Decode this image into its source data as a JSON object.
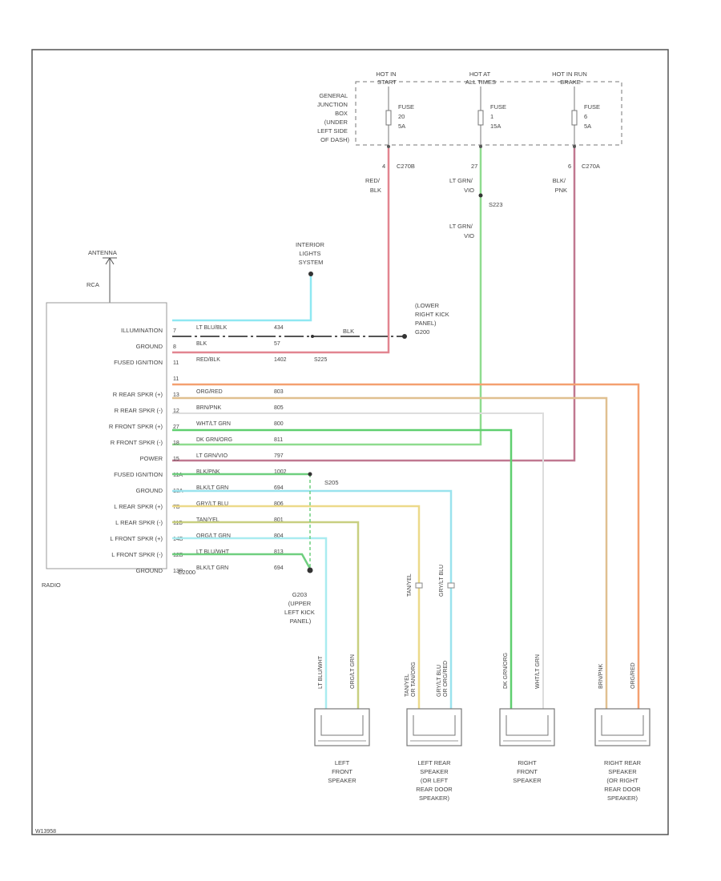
{
  "diagram_id": "W13958",
  "fuse_box": {
    "label_lines": [
      "GENERAL",
      "JUNCTION",
      "BOX",
      "(UNDER",
      "LEFT SIDE",
      "OF DASH)"
    ],
    "fuses": [
      {
        "hot_lines": [
          "HOT IN",
          "START"
        ],
        "fuse_lines": [
          "FUSE",
          "20",
          "5A"
        ],
        "pin": "4",
        "connector": "C270B"
      },
      {
        "hot_lines": [
          "HOT AT",
          "ALL TIMES"
        ],
        "fuse_lines": [
          "FUSE",
          "1",
          "15A"
        ],
        "pin": "27",
        "connector": ""
      },
      {
        "hot_lines": [
          "HOT IN RUN",
          "BRAKE"
        ],
        "fuse_lines": [
          "FUSE",
          "6",
          "5A"
        ],
        "pin": "6",
        "connector": "C270A"
      }
    ]
  },
  "vertical_wires": [
    {
      "color_lines": [
        "RED/",
        "BLK"
      ]
    },
    {
      "color_lines": [
        "LT GRN/",
        "VIO"
      ],
      "splice": "S223",
      "color_lines_2": [
        "LT GRN/",
        "VIO"
      ]
    },
    {
      "color_lines": [
        "BLK/",
        "PNK"
      ]
    }
  ],
  "antenna": {
    "label": "ANTENNA",
    "wire": "RCA"
  },
  "interior_lights": {
    "label_lines": [
      "INTERIOR",
      "LIGHTS",
      "SYSTEM"
    ]
  },
  "ground_g200": {
    "label_lines": [
      "(LOWER",
      "RIGHT KICK",
      "PANEL)",
      "G200"
    ],
    "wire_color": "BLK"
  },
  "radio": {
    "name": "RADIO",
    "connector": "C2000",
    "pins": [
      {
        "func": "ILLUMINATION",
        "pin": "7",
        "color": "LT BLU/BLK",
        "circuit": "434",
        "stroke": "#8fe8f2"
      },
      {
        "func": "GROUND",
        "pin": "8",
        "color": "BLK",
        "circuit": "57",
        "stroke": "#555555"
      },
      {
        "func": "FUSED IGNITION",
        "pin": "11",
        "color": "RED/BLK",
        "circuit": "1402",
        "stroke": "#e0707a",
        "splice": "S225"
      },
      {
        "func": "",
        "pin": "11",
        "color": "",
        "circuit": "",
        "stroke": ""
      },
      {
        "func": "R REAR SPKR (+)",
        "pin": "13",
        "color": "ORG/RED",
        "circuit": "803",
        "stroke": "#f4a070"
      },
      {
        "func": "R REAR SPKR (-)",
        "pin": "12",
        "color": "BRN/PNK",
        "circuit": "805",
        "stroke": "#e0c090"
      },
      {
        "func": "R FRONT SPKR (+)",
        "pin": "27",
        "color": "WHT/LT GRN",
        "circuit": "800",
        "stroke": "#dddddd"
      },
      {
        "func": "R FRONT SPKR (-)",
        "pin": "18",
        "color": "DK GRN/ORG",
        "circuit": "811",
        "stroke": "#5fcf6f"
      },
      {
        "func": "POWER",
        "pin": "15",
        "color": "LT GRN/VIO",
        "circuit": "797",
        "stroke": "#a8a8a8"
      },
      {
        "func": "FUSED IGNITION",
        "pin": "11A",
        "color": "BLK/PNK",
        "circuit": "1002",
        "stroke": "#666666"
      },
      {
        "func": "GROUND",
        "pin": "13A",
        "color": "BLK/LT GRN",
        "circuit": "694",
        "stroke": "#6fcf7f"
      },
      {
        "func": "L REAR SPKR (+)",
        "pin": "7B",
        "color": "GRY/LT BLU",
        "circuit": "806",
        "stroke": "#9ae3ee"
      },
      {
        "func": "L REAR SPKR (-)",
        "pin": "11B",
        "color": "TAN/YEL",
        "circuit": "801",
        "stroke": "#ecd98a"
      },
      {
        "func": "L FRONT SPKR (+)",
        "pin": "14B",
        "color": "ORG/LT GRN",
        "circuit": "804",
        "stroke": "#c8cf80"
      },
      {
        "func": "L FRONT SPKR (-)",
        "pin": "12B",
        "color": "LT BLU/WHT",
        "circuit": "813",
        "stroke": "#a9ecf0"
      },
      {
        "func": "GROUND",
        "pin": "13B",
        "color": "BLK/LT GRN",
        "circuit": "694",
        "stroke": "#6fcf7f"
      }
    ]
  },
  "ground_g203": {
    "splice": "S205",
    "label_lines": [
      "G203",
      "(UPPER",
      "LEFT KICK",
      "PANEL)"
    ]
  },
  "speaker_wires": {
    "left_front": [
      [
        "LT BLU/WHT"
      ],
      [
        "ORG/LT GRN"
      ]
    ],
    "left_rear": [
      [
        "TAN/YEL",
        "OR TAN/ORG"
      ],
      [
        "GRY/LT BLU",
        "OR ORG/RED"
      ]
    ],
    "right_front": [
      [
        "DK GRN/ORG"
      ],
      [
        "WHT/LT GRN"
      ]
    ],
    "right_rear": [
      [
        "BRN/PNK"
      ],
      [
        "ORG/RED"
      ]
    ],
    "mid_labels": [
      "TAN/YEL",
      "GRY/LT BLU"
    ]
  },
  "speakers": [
    {
      "label_lines": [
        "LEFT",
        "FRONT",
        "SPEAKER"
      ]
    },
    {
      "label_lines": [
        "LEFT REAR",
        "SPEAKER",
        "(OR LEFT",
        "REAR DOOR",
        "SPEAKER)"
      ]
    },
    {
      "label_lines": [
        "RIGHT",
        "FRONT",
        "SPEAKER"
      ]
    },
    {
      "label_lines": [
        "RIGHT REAR",
        "SPEAKER",
        "(OR RIGHT",
        "REAR DOOR",
        "SPEAKER)"
      ]
    }
  ],
  "colors": {
    "red_blk": "#e28590",
    "lt_grn_vio": "#8fdc8f",
    "blk_pnk": "#c07890",
    "lt_blu": "#8fe8f2",
    "org_red": "#f4a070",
    "brn_pnk": "#e0c090",
    "wht_lt_grn": "#dddddd",
    "dk_grn": "#5fcf6f",
    "tan_yel": "#ecd98a",
    "gry_lt_blu": "#9ae3ee",
    "org_lt_grn": "#c8cf80"
  }
}
